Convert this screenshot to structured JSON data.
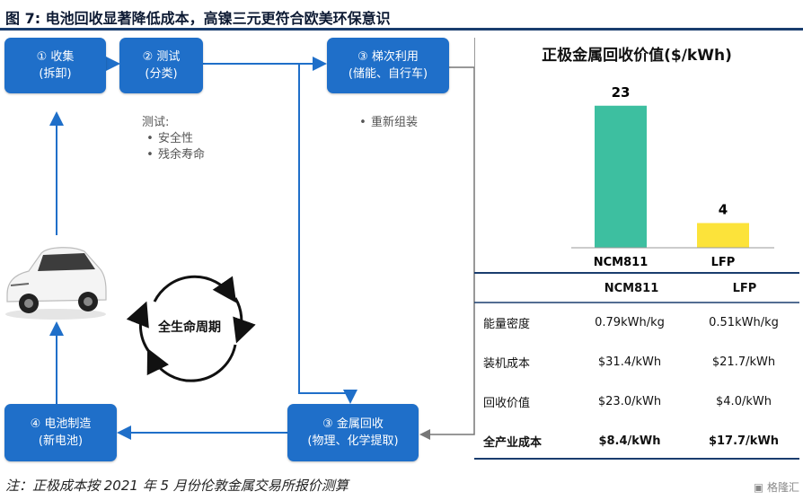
{
  "title": "图 7: 电池回收显著降低成本，高镍三元更符合欧美环保意识",
  "flow": {
    "box1": {
      "line1": "① 收集",
      "line2": "(拆卸)"
    },
    "box2": {
      "line1": "② 测试",
      "line2": "(分类)"
    },
    "box3": {
      "line1": "③ 梯次利用",
      "line2": "(储能、自行车)"
    },
    "box4": {
      "line1": "③ 金属回收",
      "line2": "(物理、化学提取)"
    },
    "box5": {
      "line1": "④ 电池制造",
      "line2": "(新电池)"
    },
    "test_note": {
      "head": "测试:",
      "items": [
        "安全性",
        "残余寿命"
      ]
    },
    "reuse_note": {
      "items": [
        "重新组装"
      ]
    },
    "cycle_label": "全生命周期"
  },
  "chart_data": {
    "type": "bar",
    "title": "正极金属回收价值($/kWh)",
    "categories": [
      "NCM811",
      "LFP"
    ],
    "values": [
      23,
      4
    ],
    "colors": [
      "#3dbfa0",
      "#fce33a"
    ],
    "ylim": [
      0,
      25
    ]
  },
  "table": {
    "headers": [
      "",
      "NCM811",
      "LFP"
    ],
    "rows": [
      [
        "能量密度",
        "0.79kWh/kg",
        "0.51kWh/kg"
      ],
      [
        "装机成本",
        "$31.4/kWh",
        "$21.7/kWh"
      ],
      [
        "回收价值",
        "$23.0/kWh",
        "$4.0/kWh"
      ],
      [
        "全产业成本",
        "$8.4/kWh",
        "$17.7/kWh"
      ]
    ]
  },
  "footnote": "注：正极成本按 2021 年 5 月份伦敦金属交易所报价测算",
  "watermark": "格隆汇",
  "colors": {
    "box": "#1f6fc9",
    "rule": "#1a3d6e",
    "arrow": "#1f6fc9"
  }
}
